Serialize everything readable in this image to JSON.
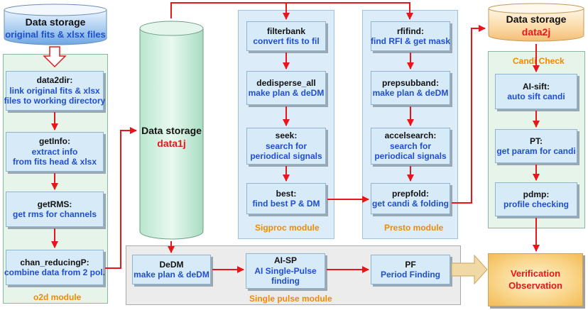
{
  "storage_top_left": {
    "title": "Data storage",
    "desc": "original fits & xlsx files"
  },
  "storage_data1j": {
    "title": "Data storage",
    "desc": "data1j"
  },
  "storage_data2j": {
    "title": "Data storage",
    "desc": "data2j"
  },
  "o2d_module": {
    "label": "o2d module",
    "steps": [
      {
        "title": "data2dir:",
        "desc": [
          "link original fits & xlsx",
          "files to working directory"
        ]
      },
      {
        "title": "getInfo:",
        "desc": [
          "extract info",
          "from fits head  & xlsx"
        ]
      },
      {
        "title": "getRMS:",
        "desc": [
          "get rms for channels"
        ]
      },
      {
        "title": "chan_reducingP:",
        "desc": [
          "combine data from 2 pol."
        ]
      }
    ]
  },
  "sigproc_module": {
    "label": "Sigproc module",
    "steps": [
      {
        "title": "filterbank",
        "desc": [
          "convert fits to fil"
        ]
      },
      {
        "title": "dedisperse_all",
        "desc": [
          "make plan & deDM"
        ]
      },
      {
        "title": "seek:",
        "desc": [
          "search for",
          "periodical signals"
        ]
      },
      {
        "title": "best:",
        "desc": [
          "find best P & DM"
        ]
      }
    ]
  },
  "presto_module": {
    "label": "Presto module",
    "steps": [
      {
        "title": "rfifind:",
        "desc": [
          "find RFI & get mask"
        ]
      },
      {
        "title": "prepsubband:",
        "desc": [
          "make plan & deDM"
        ]
      },
      {
        "title": "accelsearch:",
        "desc": [
          "search for",
          "periodical signals"
        ]
      },
      {
        "title": "prepfold:",
        "desc": [
          "get candi & folding"
        ]
      }
    ]
  },
  "candi_check": {
    "label": "Candi  Check",
    "steps": [
      {
        "title": "AI-sift:",
        "desc": [
          "auto sift candi"
        ]
      },
      {
        "title": "PT:",
        "desc": [
          "get param for candi"
        ]
      },
      {
        "title": "pdmp:",
        "desc": [
          "profile checking"
        ]
      }
    ]
  },
  "single_pulse_module": {
    "label": "Single pulse module",
    "steps": [
      {
        "title": "DeDM",
        "desc": [
          "make plan & deDM"
        ]
      },
      {
        "title": "AI-SP",
        "desc": [
          "AI Single-Pulse",
          "finding"
        ]
      },
      {
        "title": "PF",
        "desc": [
          "Period Finding"
        ]
      }
    ]
  },
  "verification": {
    "lines": [
      "Verification",
      "Observation"
    ]
  },
  "colors": {
    "arrow": "#e8161b",
    "step_title": "#111111",
    "step_desc": "#1f4fd0",
    "module_label": "#f08a00",
    "storage_highlight": "#e8161b"
  }
}
